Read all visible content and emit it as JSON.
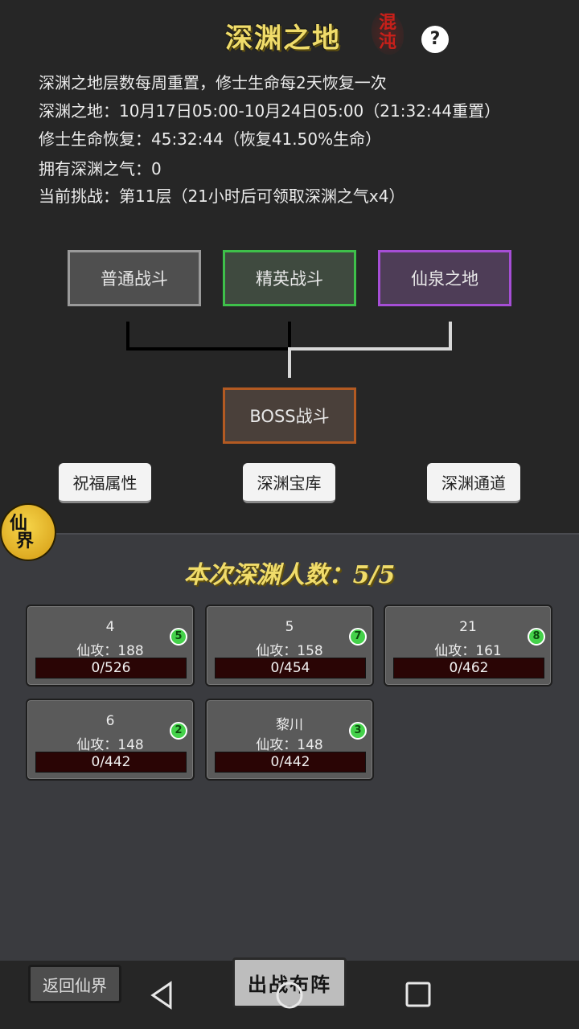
{
  "header": {
    "title": "深渊之地",
    "seal_text": [
      "混",
      "沌"
    ],
    "help_label": "?"
  },
  "info_lines": [
    "深渊之地层数每周重置，修士生命每2天恢复一次",
    "深渊之地：10月17日05:00-10月24日05:00（21:32:44重置）",
    "修士生命恢复：45:32:44（恢复41.50%生命）",
    "拥有深渊之气：0",
    "当前挑战：第11层（21小时后可领取深渊之气x4）"
  ],
  "modes": {
    "normal": "普通战斗",
    "elite": "精英战斗",
    "spring": "仙泉之地",
    "boss": "BOSS战斗"
  },
  "utility_buttons": [
    "祝福属性",
    "深渊宝库",
    "深渊通道"
  ],
  "xianjie_badge": [
    "仙",
    "界"
  ],
  "people_count": "本次深渊人数：5/5",
  "members": [
    {
      "name": "4",
      "attack": "仙攻：188",
      "hp": "0/526",
      "badge": "5"
    },
    {
      "name": "5",
      "attack": "仙攻：158",
      "hp": "0/454",
      "badge": "7"
    },
    {
      "name": "21",
      "attack": "仙攻：161",
      "hp": "0/462",
      "badge": "8"
    },
    {
      "name": "6",
      "attack": "仙攻：148",
      "hp": "0/442",
      "badge": "2"
    },
    {
      "name": "黎川",
      "attack": "仙攻：148",
      "hp": "0/442",
      "badge": "3"
    }
  ],
  "footer": {
    "back_label": "返回仙界",
    "deploy_label": "出战布阵"
  },
  "nav_icons": [
    "back-triangle-icon",
    "home-circle-icon",
    "recents-square-icon"
  ]
}
